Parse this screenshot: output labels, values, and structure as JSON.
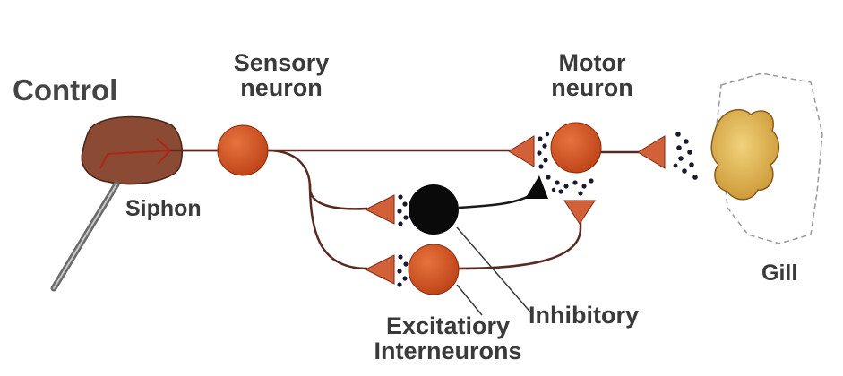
{
  "labels": {
    "control": "Control",
    "sensory_line1": "Sensory",
    "sensory_line2": "neuron",
    "motor_line1": "Motor",
    "motor_line2": "neuron",
    "siphon": "Siphon",
    "gill": "Gill",
    "inhibitory": "Inhibitory",
    "excitatory_line1": "Excitatiory",
    "excitatory_line2": "Interneurons"
  },
  "colors": {
    "neuron": "#cc4d1c",
    "inhibitory_neuron": "#0a0a0a",
    "axon": "#5a2a22",
    "synaptic_vesicles": "#1a1a2e",
    "text": "#3a3a3a",
    "siphon_tissue": "#8a4a33",
    "gill_tissue": "#e0b44c"
  }
}
